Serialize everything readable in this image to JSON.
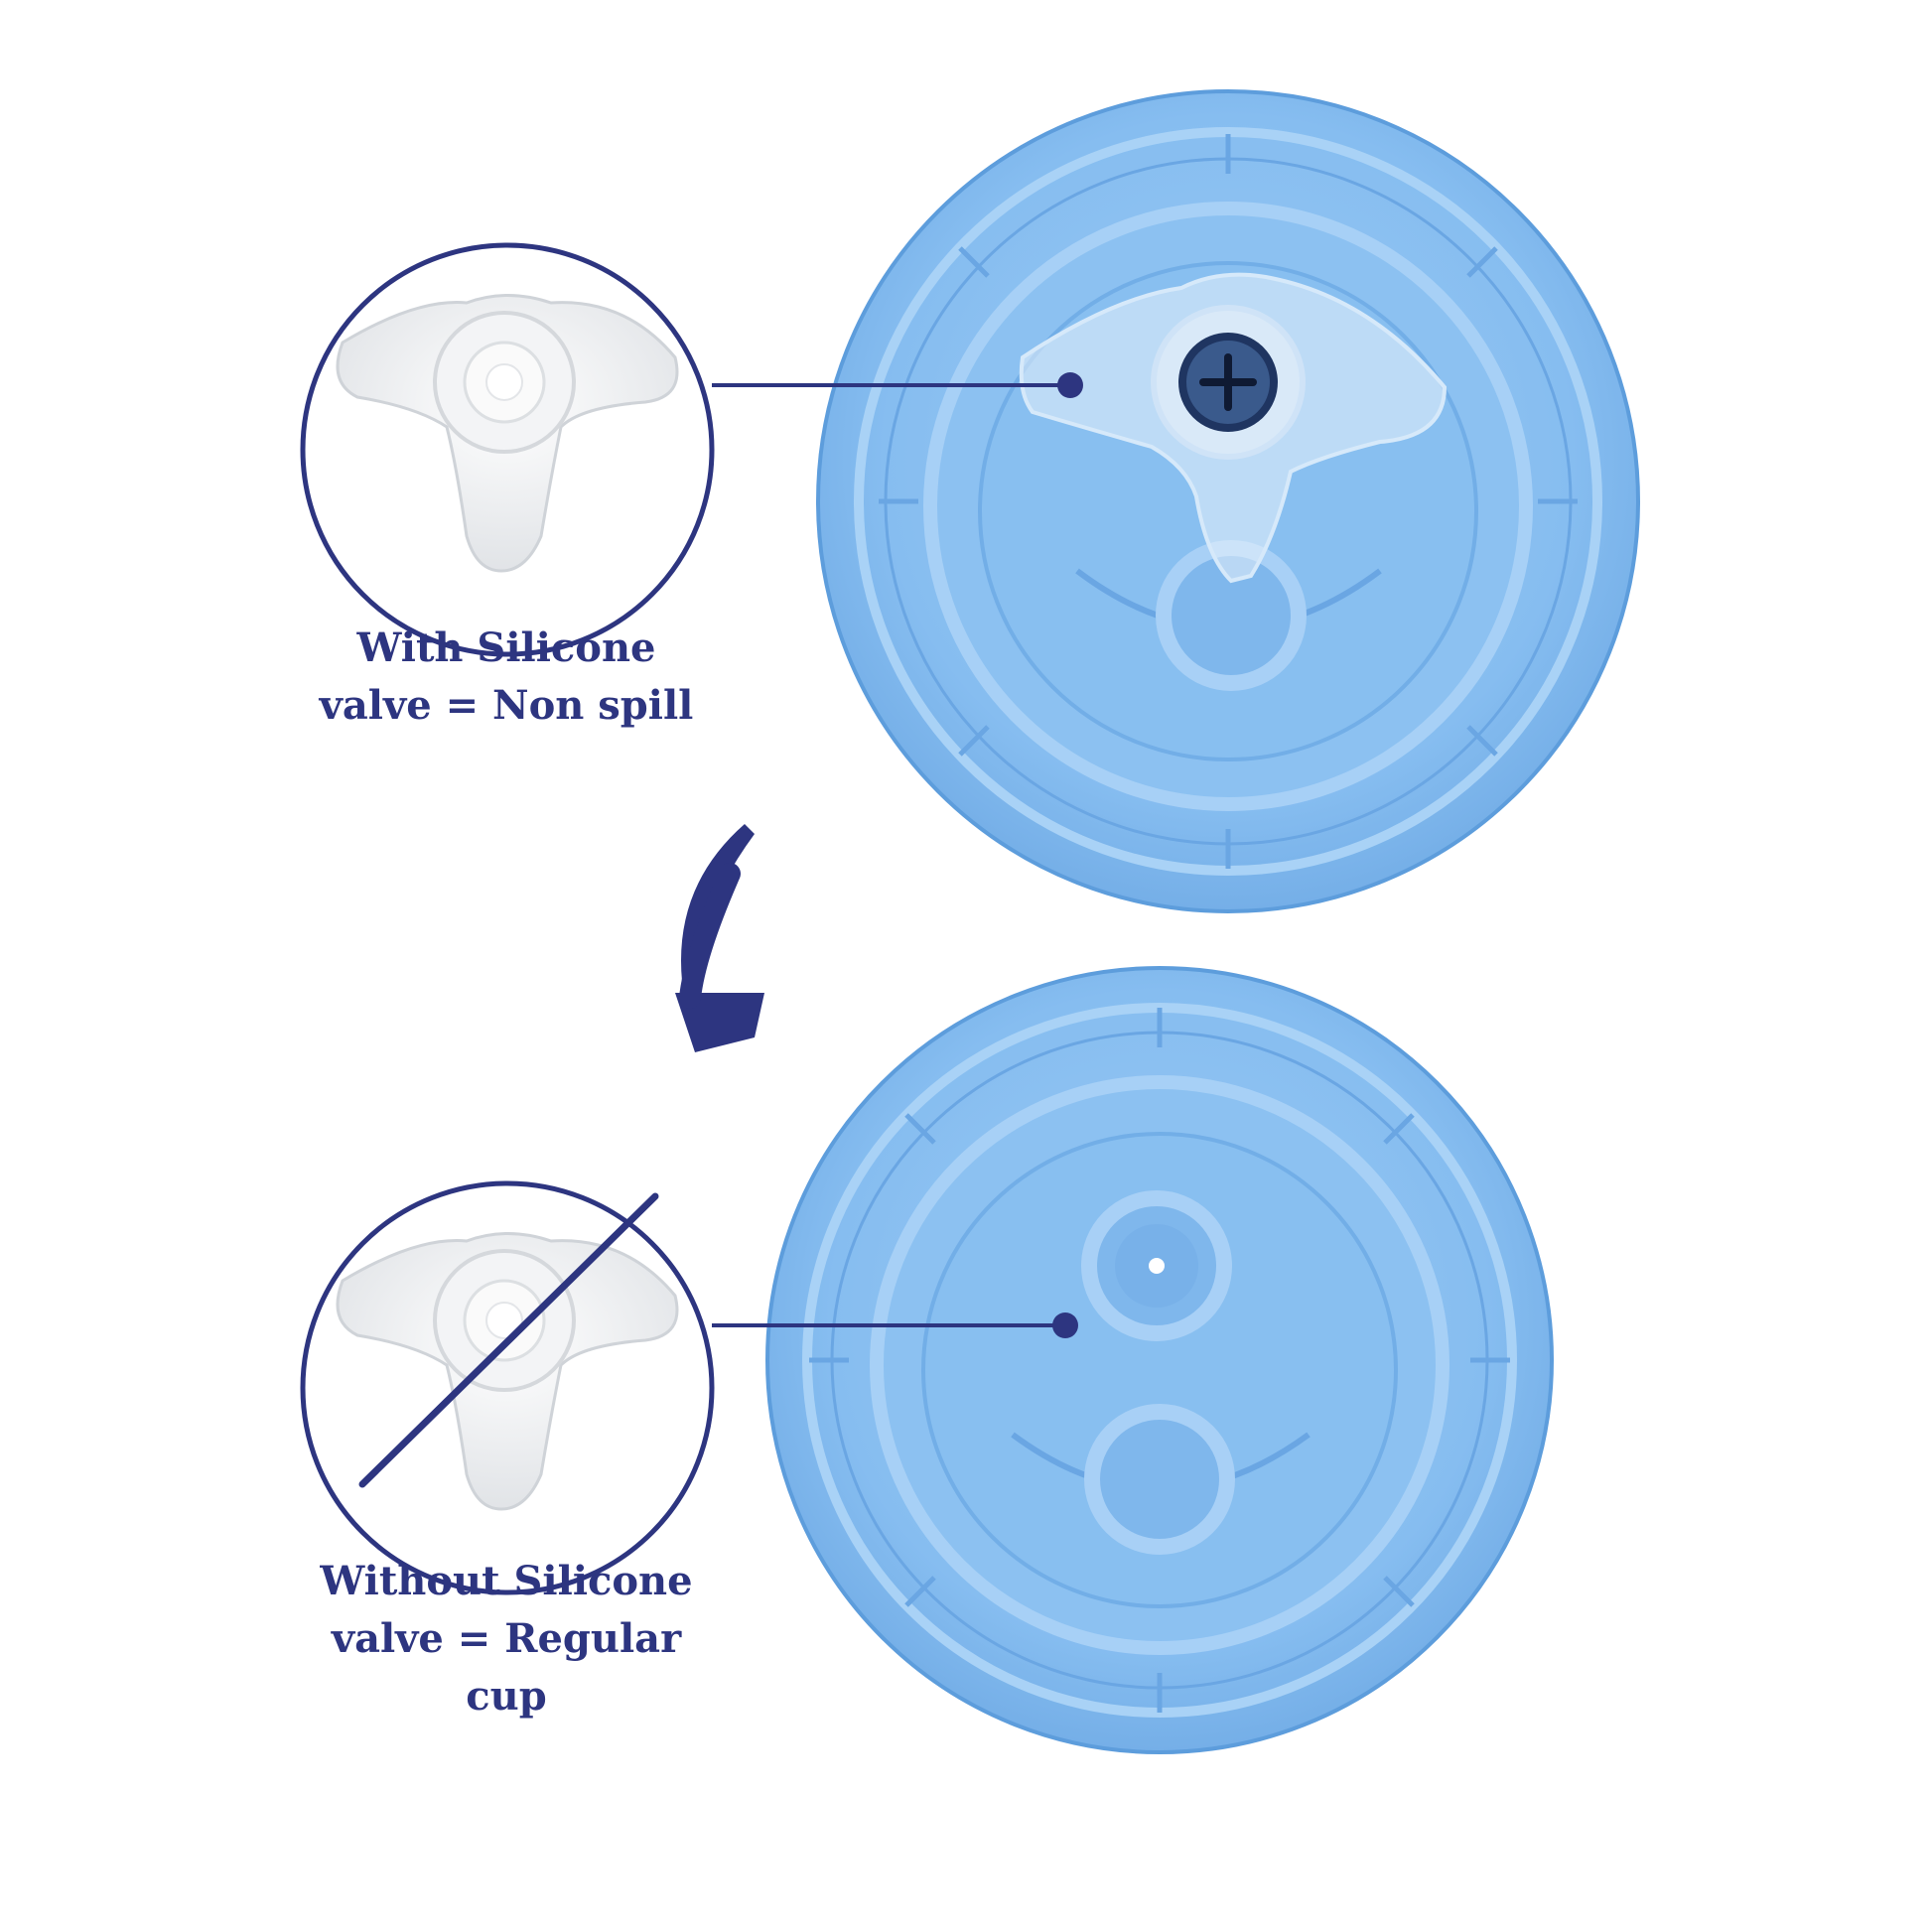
{
  "captions": {
    "top": {
      "line1": "With Silicone",
      "line2": "valve = Non spill"
    },
    "bottom": {
      "line1": "Without Silicone",
      "line2": "valve = Regular",
      "line3": "cup"
    }
  },
  "colors": {
    "navy": "#2d3580",
    "lid_blue": "#86bdf0",
    "lid_blue_dark": "#6aa6e3",
    "lid_blue_light": "#a6d0f6",
    "valve_clear": "#eef0f2"
  },
  "icons": {
    "valve_callout_top": "silicone-valve-icon",
    "valve_callout_bottom": "silicone-valve-crossed-icon",
    "transition_arrow": "curved-arrow-down-icon"
  }
}
